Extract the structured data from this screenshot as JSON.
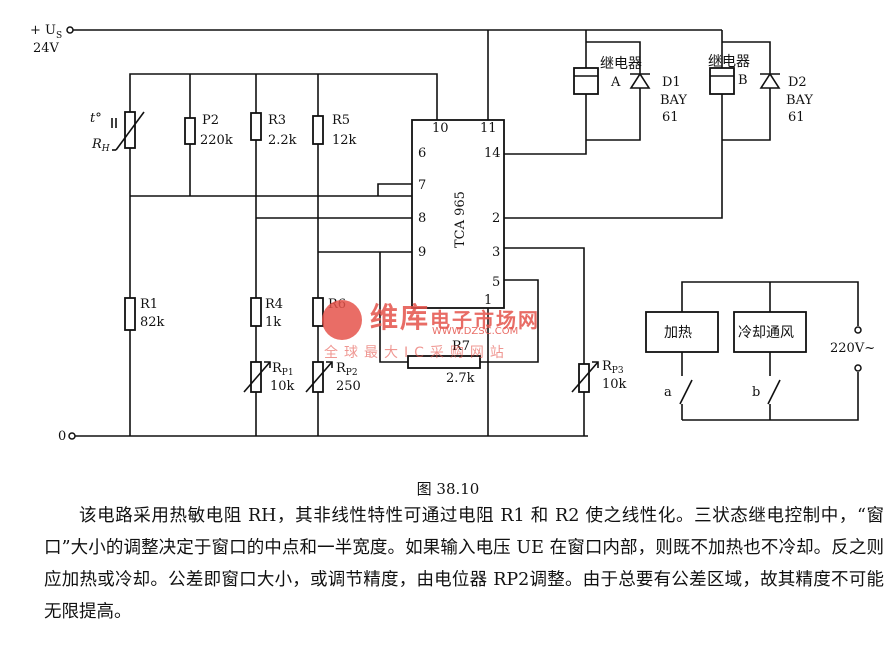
{
  "diagram": {
    "supply": {
      "label": "+ U",
      "sub": "S",
      "voltage": "24V"
    },
    "ground_label": "0",
    "ic": {
      "name": "TCA 965",
      "pins": [
        "10",
        "11",
        "6",
        "14",
        "7",
        "8",
        "2",
        "9",
        "3",
        "5",
        "1"
      ]
    },
    "thermistor": {
      "temp_symbol": "t°",
      "label": "R",
      "sub": "H"
    },
    "resistors": {
      "P2": {
        "name": "P2",
        "value": "220k"
      },
      "R3": {
        "name": "R3",
        "value": "2.2k"
      },
      "R5": {
        "name": "R5",
        "value": "12k"
      },
      "R1": {
        "name": "R1",
        "value": "82k"
      },
      "R4": {
        "name": "R4",
        "value": "1k"
      },
      "R6": {
        "name": "R6"
      },
      "R7": {
        "name": "R7",
        "value": "2.7k"
      }
    },
    "pots": {
      "RP1": {
        "name": "R",
        "sub": "P1",
        "value": "10k"
      },
      "RP2": {
        "name": "R",
        "sub": "P2",
        "value": "250"
      },
      "RP3": {
        "name": "R",
        "sub": "P3",
        "value": "10k"
      }
    },
    "relays": {
      "A": {
        "label": "继电器",
        "letter": "A"
      },
      "B": {
        "label": "继电器",
        "letter": "B"
      }
    },
    "diodes": {
      "D1": {
        "name": "D1",
        "type": "BAY",
        "num": "61"
      },
      "D2": {
        "name": "D2",
        "type": "BAY",
        "num": "61"
      }
    },
    "loads": {
      "heat": "加热",
      "cool": "冷却通风",
      "mains": "220V~",
      "switch_a": "a",
      "switch_b": "b"
    }
  },
  "watermark": {
    "title": "维库",
    "subtitle": "电子市场网",
    "url": "WWW.DZSC.COM",
    "slogan": "全球最大IC采购网站"
  },
  "caption": "图 38.10",
  "description": "该电路采用热敏电阻 RH，其非线性特性可通过电阻 R1 和 R2 使之线性化。三状态继电控制中，“窗口”大小的调整决定于窗口的中点和一半宽度。如果输入电压 UE 在窗口内部，则既不加热也不冷却。反之则应加热或冷却。公差即窗口大小，或调节精度，由电位器 RP2调整。由于总要有公差区域，故其精度不可能无限提高。"
}
